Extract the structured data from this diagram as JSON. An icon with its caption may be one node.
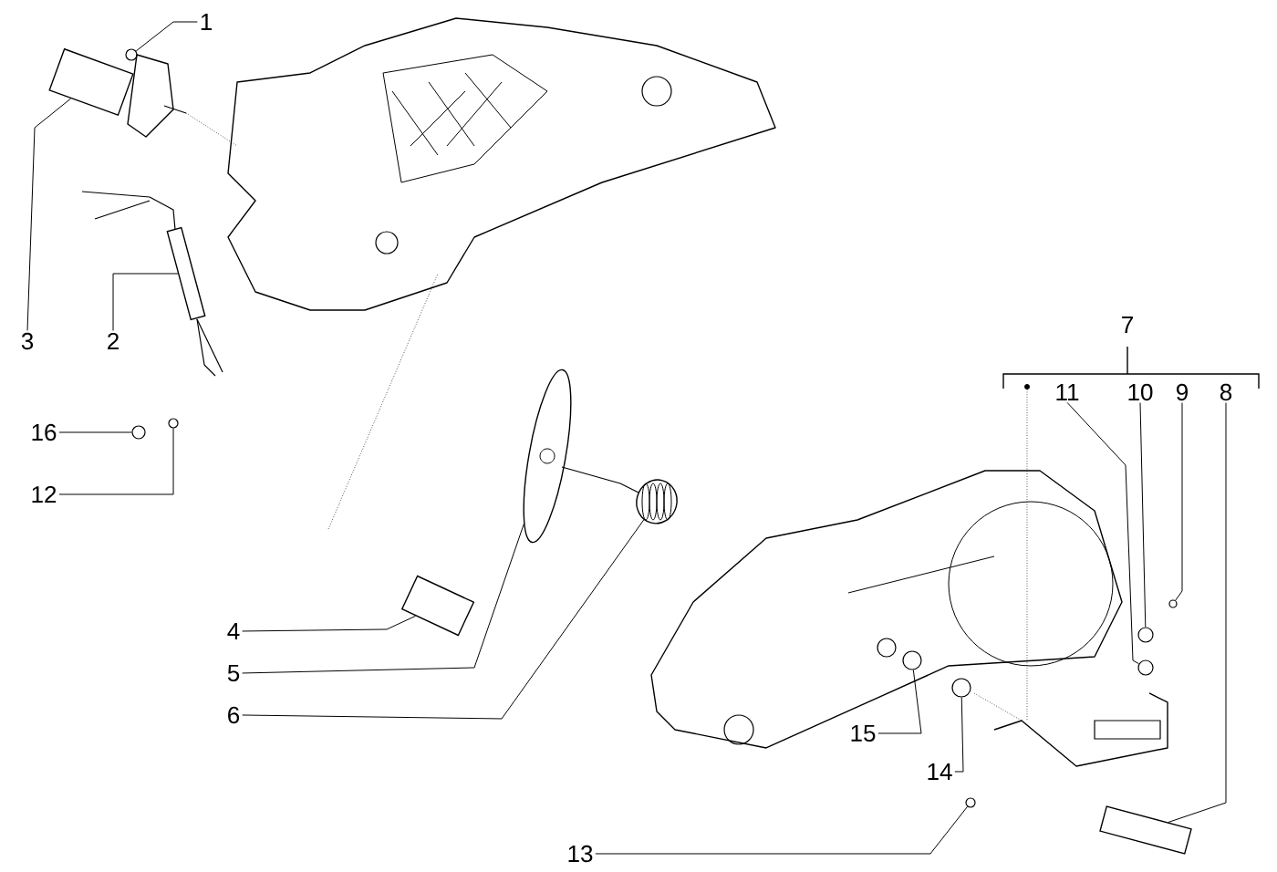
{
  "diagram": {
    "nodes": [
      {
        "text": [
          "1"
        ]
      },
      {
        "text": [
          "3"
        ]
      },
      {
        "text": [
          "2"
        ]
      },
      {
        "text": [
          "16"
        ]
      },
      {
        "text": [
          "12"
        ]
      },
      {
        "text": [
          "4"
        ]
      },
      {
        "text": [
          "5"
        ]
      },
      {
        "text": [
          "6"
        ]
      },
      {
        "text": [
          "7"
        ]
      },
      {
        "text": [
          "11"
        ]
      },
      {
        "text": [
          "10"
        ]
      },
      {
        "text": [
          "9"
        ]
      },
      {
        "text": [
          "8"
        ]
      },
      {
        "text": [
          "15"
        ]
      },
      {
        "text": [
          "14"
        ]
      },
      {
        "text": [
          "13"
        ]
      },
      {
        "text": [],
        "shape": "circle"
      },
      {
        "text": [],
        "shape": "box"
      },
      {
        "text": [],
        "shape": "box"
      },
      {
        "text": [],
        "shape": "circle"
      },
      {
        "text": [],
        "shape": "circle"
      },
      {
        "text": [],
        "shape": "box"
      },
      {
        "text": [],
        "shape": "picture"
      },
      {
        "text": [],
        "shape": "picture"
      },
      {
        "text": [],
        "shape": "circle"
      },
      {
        "text": [],
        "shape": "circle"
      },
      {
        "text": [],
        "shape": "circle"
      },
      {
        "text": [],
        "shape": "box"
      },
      {
        "text": [],
        "shape": "circle"
      },
      {
        "text": [],
        "shape": "circle"
      },
      {
        "text": [],
        "shape": "circle"
      }
    ],
    "edges": [
      {
        "from": 0,
        "to": 16,
        "arrow": "none"
      },
      {
        "from": 1,
        "to": 17,
        "arrow": "none"
      },
      {
        "from": 2,
        "to": 18,
        "arrow": "none"
      },
      {
        "from": 3,
        "to": 19,
        "arrow": "none"
      },
      {
        "from": 4,
        "to": 20,
        "arrow": "none"
      },
      {
        "from": 5,
        "to": 21,
        "arrow": "none"
      },
      {
        "from": 6,
        "to": 22,
        "arrow": "none"
      },
      {
        "from": 7,
        "to": 23,
        "arrow": "none"
      },
      {
        "from": 9,
        "to": 24,
        "arrow": "none"
      },
      {
        "from": 10,
        "to": 25,
        "arrow": "none"
      },
      {
        "from": 11,
        "to": 26,
        "arrow": "none"
      },
      {
        "from": 12,
        "to": 27,
        "arrow": "none"
      },
      {
        "from": 13,
        "to": 28,
        "arrow": "none"
      },
      {
        "from": 14,
        "to": 29,
        "arrow": "none"
      },
      {
        "from": 15,
        "to": 30,
        "arrow": "none"
      }
    ]
  }
}
